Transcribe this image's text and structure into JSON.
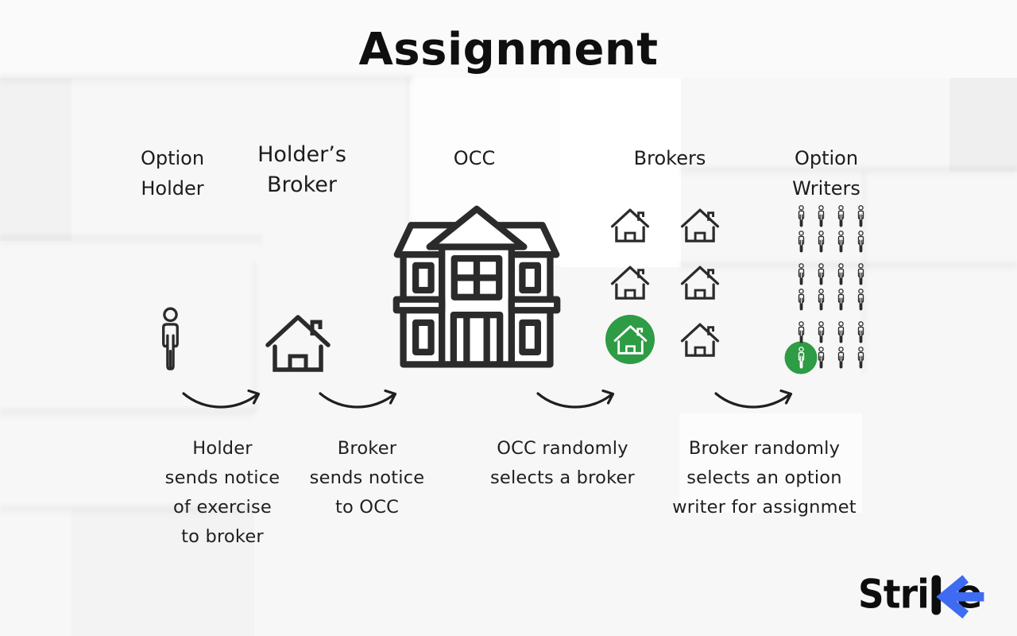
{
  "title": "Assignment",
  "columns": [
    {
      "label": "Option\nHolder",
      "icon": "person-icon"
    },
    {
      "label": "Holder’s\nBroker",
      "icon": "house-icon"
    },
    {
      "label": "OCC",
      "icon": "building-icon"
    },
    {
      "label": "Brokers",
      "icon": "houses-grid"
    },
    {
      "label": "Option\nWriters",
      "icon": "people-grid"
    }
  ],
  "steps": [
    {
      "caption": "Holder\nsends notice\nof exercise\nto broker"
    },
    {
      "caption": "Broker\nsends notice\nto OCC"
    },
    {
      "caption": "OCC randomly\nselects a broker"
    },
    {
      "caption": "Broker randomly\nselects an option\nwriter for assignmet"
    }
  ],
  "grids": {
    "brokers": {
      "rows": 3,
      "cols": 2,
      "highlight_index": 4
    },
    "writers": {
      "rows": 6,
      "cols": 4,
      "group_rows": 2,
      "highlight_index": 20
    }
  },
  "colors": {
    "icon_ink": "#2b2b2b",
    "text": "#1f1f1f",
    "highlight_green": "#2e9b45",
    "logo_blue": "#3e6bf2",
    "logo_black": "#0d0d0d",
    "background": "#f7f7f7"
  },
  "logo": {
    "name": "Strike",
    "text_left": "Stri",
    "text_right": "e"
  }
}
